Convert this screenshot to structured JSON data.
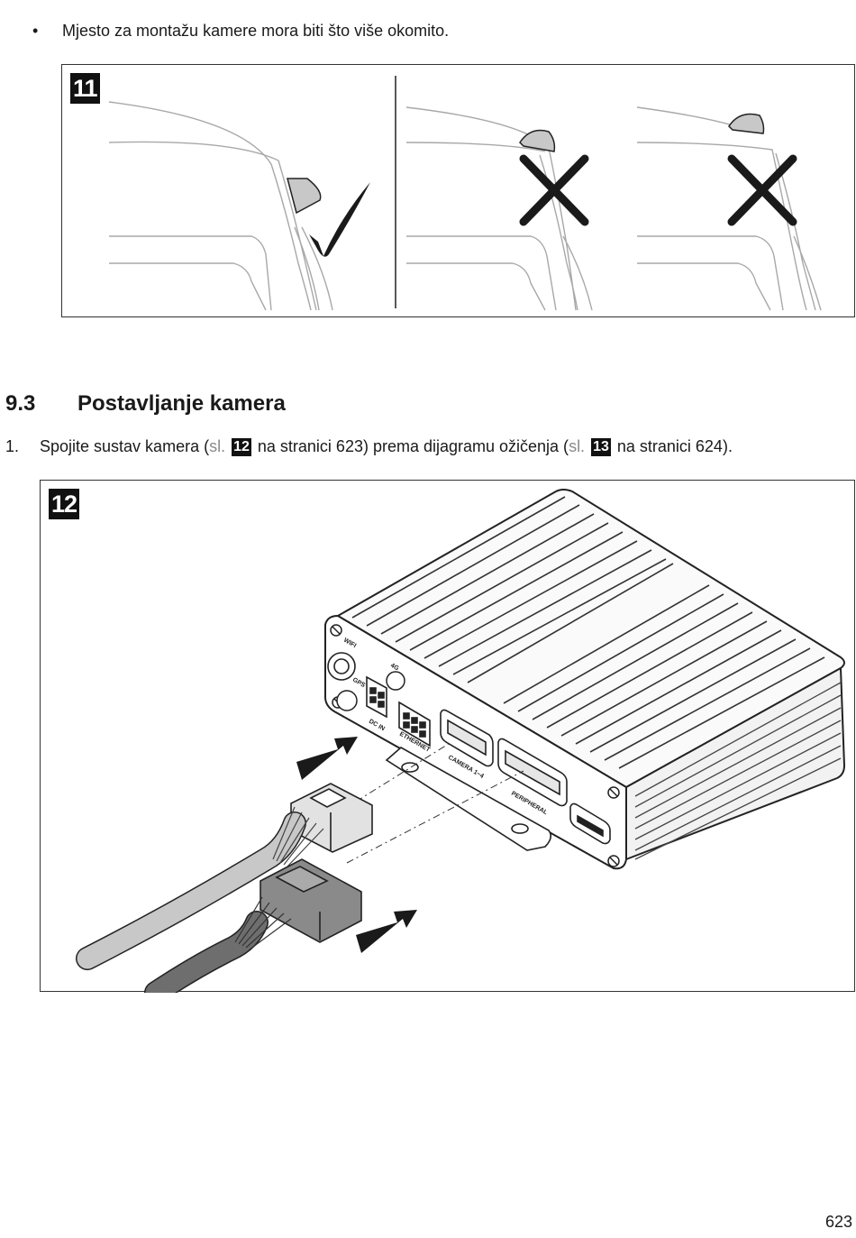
{
  "bullet": {
    "marker": "•",
    "text": "Mjesto za montažu kamere mora biti što više okomito."
  },
  "figure11": {
    "badge": "11",
    "panels": [
      {
        "mark": "check-icon",
        "meaning": "correct"
      },
      {
        "mark": "cross-icon",
        "meaning": "wrong"
      },
      {
        "mark": "cross-icon",
        "meaning": "wrong"
      }
    ]
  },
  "section": {
    "number": "9.3",
    "title": "Postavljanje kamera"
  },
  "step1": {
    "number": "1.",
    "part1": "Spojite sustav kamera (",
    "ref1_prefix": "sl.",
    "ref1_badge": "12",
    "part2": " na stranici 623) prema dijagramu ožičenja (",
    "ref2_prefix": "sl.",
    "ref2_badge": "13",
    "part3": " na stranici 624)."
  },
  "figure12": {
    "badge": "12",
    "port_labels": {
      "wifi": "WIFI",
      "g4": "4G",
      "gps": "GPS",
      "dcin": "DC IN",
      "ethernet": "ETHERNET",
      "camera": "CAMERA 1~4",
      "peripheral": "PERIPHERAL"
    }
  },
  "page": {
    "number": "623"
  },
  "colors": {
    "line": "#222222",
    "light_line": "#a8a8a8",
    "badge_bg": "#111111",
    "reference_text": "#8a8a8a"
  }
}
